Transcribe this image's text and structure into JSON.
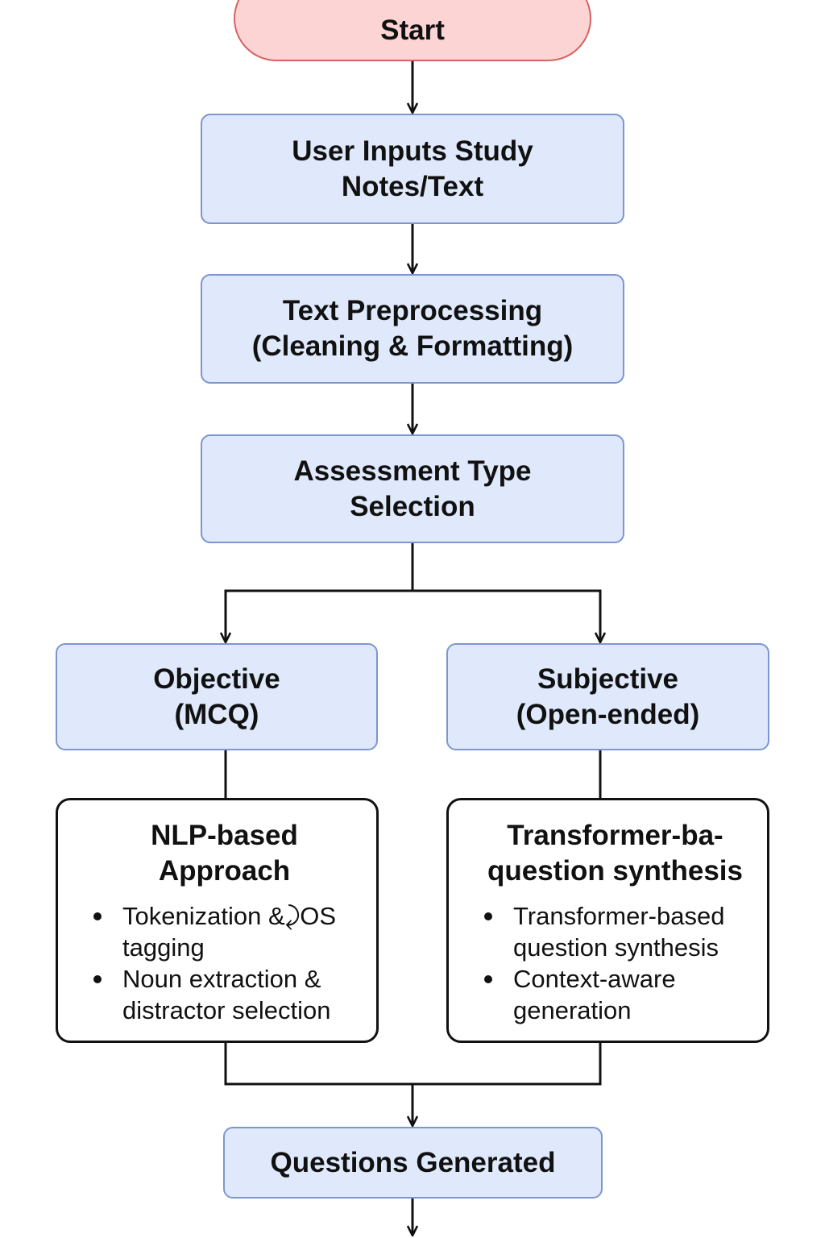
{
  "flowchart": {
    "start": {
      "label": "Start"
    },
    "input_step": {
      "label": "User Inputs Study\nNotes/Text"
    },
    "preprocess_step": {
      "label": "Text Preprocessing\n(Cleaning & Formatting)"
    },
    "selection_step": {
      "label": "Assessment Type\nSelection"
    },
    "objective_branch": {
      "label": "Objective\n(MCQ)"
    },
    "subjective_branch": {
      "label": "Subjective\n(Open-ended)"
    },
    "nlp_approach": {
      "title": "NLP-based\nApproach",
      "bullets": [
        "Tokenization &⤸OS\ntagging",
        "Noun extraction &\ndistractor selection"
      ]
    },
    "transformer_approach": {
      "title": "Transformer-ba-\nquestion synthesis",
      "bullets": [
        "Transformer-based\nquestion synthesis",
        "Context-aware\ngeneration"
      ]
    },
    "output_step": {
      "label": "Questions Generated"
    }
  },
  "colors": {
    "terminal_fill": "#fdd4d4",
    "terminal_border": "#d46363",
    "process_fill": "#dfe9fb",
    "process_border": "#7c96cf",
    "detail_fill": "#ffffff",
    "detail_border": "#111111",
    "connector": "#111111"
  }
}
